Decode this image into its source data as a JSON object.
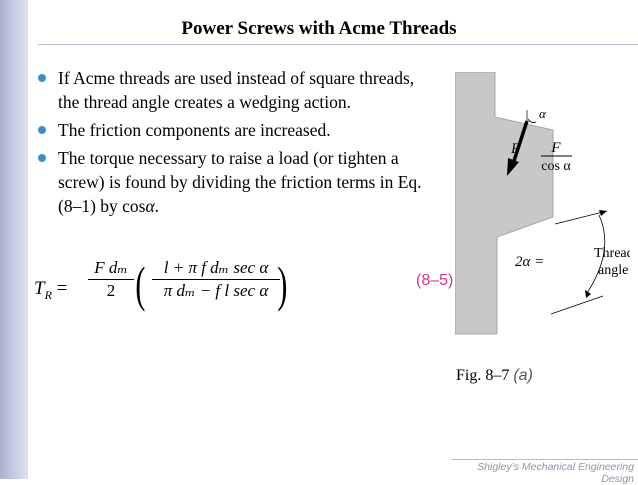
{
  "slide": {
    "title": "Power Screws with Acme Threads",
    "bullets": [
      {
        "text": "If Acme threads are used instead of square threads, the thread angle creates a wedging action."
      },
      {
        "text": "The friction components are increased."
      },
      {
        "text_before": "The torque necessary to raise a load (or tighten a screw) is found by dividing the friction terms in Eq. (8–1) by cos",
        "alpha": "α",
        "text_after": "."
      }
    ],
    "equation": {
      "lhs": "T",
      "lhs_sub": "R",
      "equals": "=",
      "frac1_num": "F dₘ",
      "frac1_den": "2",
      "frac2_num": "l + π f dₘ sec α",
      "frac2_den": "π dₘ − f l sec α",
      "number": "(8–5)"
    },
    "figure": {
      "label_F_left": "F",
      "label_alpha": "α",
      "label_F_frac_num": "F",
      "label_F_frac_den": "cos α",
      "label_2alpha": "2α =",
      "label_thread": "Thread",
      "label_angle": "angle"
    },
    "fig_caption": "Fig. 8–7",
    "fig_caption_sub": "(a)",
    "footer": "Shigley’s Mechanical Engineering Design"
  },
  "colors": {
    "bullet": "#3e8fc7",
    "equation_number": "#d6338b",
    "figure_fill": "#c8c8c8",
    "left_bar": "#b6bcd6"
  }
}
